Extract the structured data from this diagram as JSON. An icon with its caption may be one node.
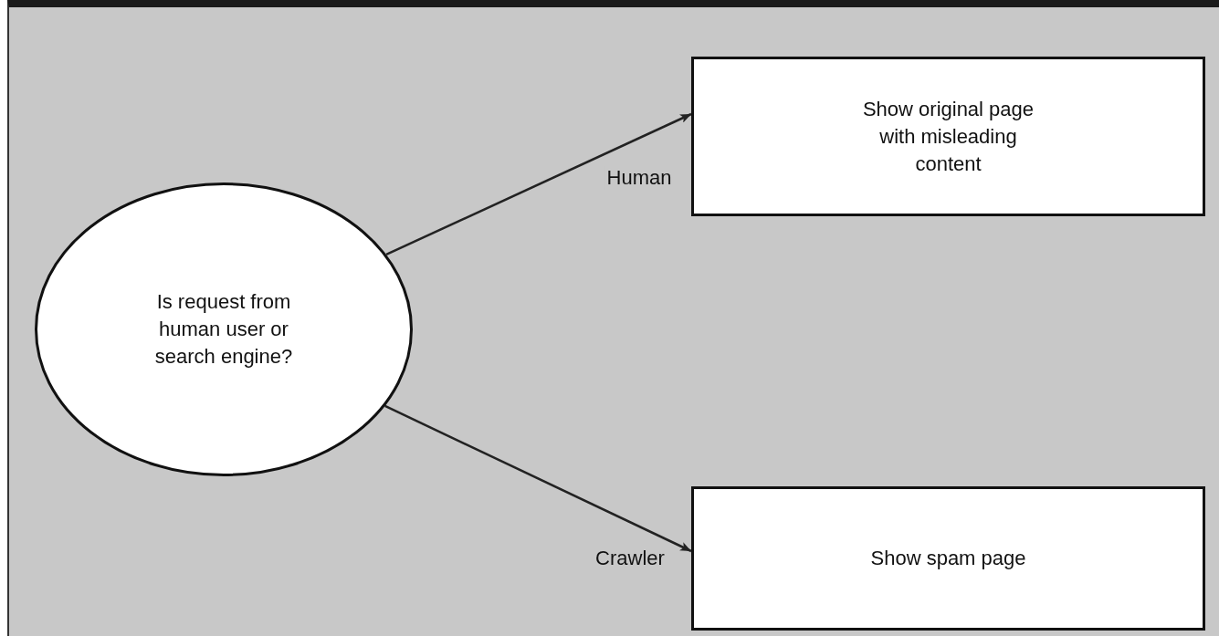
{
  "diagram": {
    "nodes": [
      {
        "text": [
          "Is request from human user or search engine?"
        ]
      },
      {
        "text": [
          "Show original page with misleading content"
        ]
      },
      {
        "text": [
          "Show spam page"
        ]
      }
    ],
    "edges": [
      {
        "from": 0,
        "to": 1,
        "arrow": "to",
        "label": "Human"
      },
      {
        "from": 0,
        "to": 2,
        "arrow": "to",
        "label": "Crawler"
      }
    ]
  }
}
